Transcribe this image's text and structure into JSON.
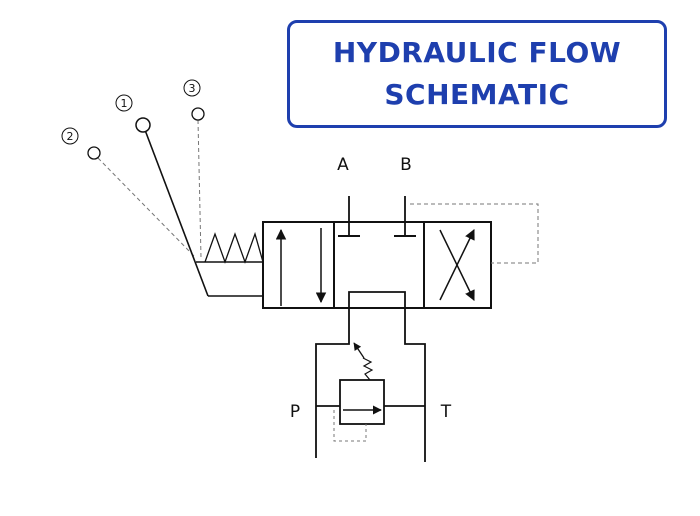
{
  "title": {
    "line1": "HYDRAULIC FLOW",
    "line2": "SCHEMATIC"
  },
  "ports": {
    "a": "A",
    "b": "B",
    "p": "P",
    "t": "T"
  },
  "lever_positions": {
    "pos1": "1",
    "pos2": "2",
    "pos3": "3"
  },
  "colors": {
    "title_accent": "#1e3fae",
    "line": "#111111",
    "dashed": "#777777"
  }
}
